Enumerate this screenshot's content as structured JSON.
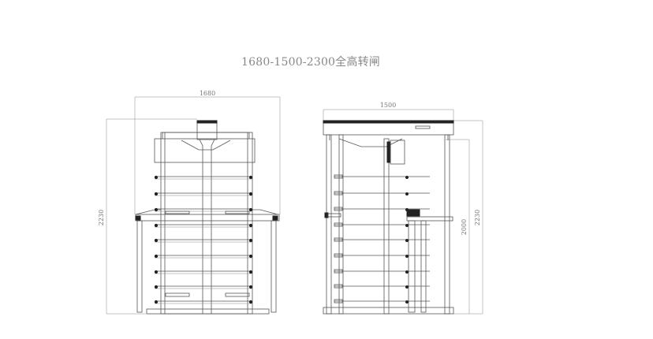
{
  "title": "1680-1500-2300全高转闸",
  "front_view": {
    "width_label": "1680",
    "height_label": "2230"
  },
  "side_view": {
    "width_label": "1500",
    "inner_height_label": "2000",
    "height_label": "2230"
  },
  "colors": {
    "line": "#555555",
    "dim": "#999999",
    "text": "#888888"
  }
}
